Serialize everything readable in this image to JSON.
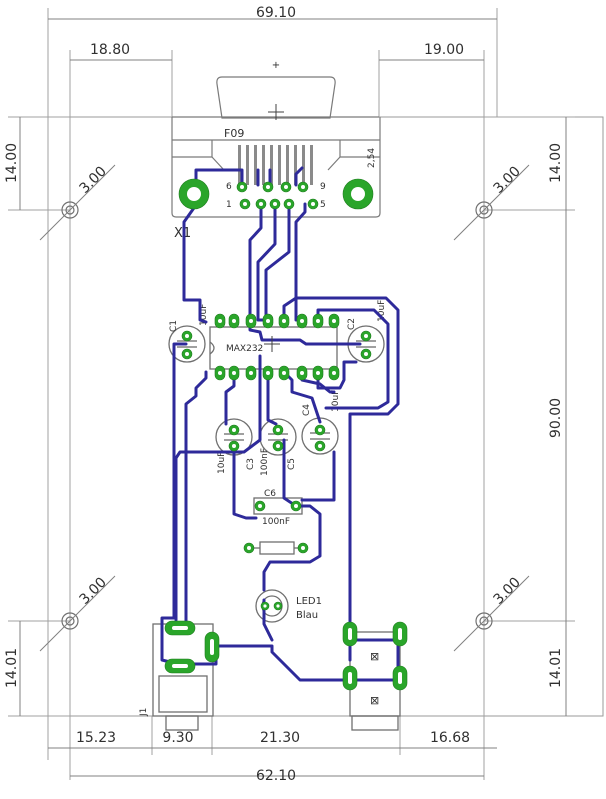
{
  "dimensions": {
    "top_total": "69.10",
    "top_left": "18.80",
    "top_right": "19.00",
    "left_top": "14.00",
    "right_top": "14.00",
    "right_height": "90.00",
    "left_bottom": "14.01",
    "right_bottom": "14.01",
    "bottom_1": "15.23",
    "bottom_2": "9.30",
    "bottom_3": "21.30",
    "bottom_4": "16.68",
    "bottom_total": "62.10",
    "hole_top_left": "3.00",
    "hole_top_right": "3.00",
    "hole_bottom_left": "3.00",
    "hole_bottom_right": "3.00"
  },
  "components": {
    "connector_type": "F09",
    "connector_name": "X1",
    "connector_pin_6": "6",
    "connector_pin_1": "1",
    "connector_pin_9": "9",
    "connector_pin_5": "5",
    "connector_pitch": "2,54",
    "ic_name": "MAX232",
    "c1_name": "C1",
    "c1_value": "10uF",
    "c2_name": "C2",
    "c2_value": "10uF",
    "c3_name": "C3",
    "c3_value": "10uF",
    "c4_name": "C4",
    "c4_value": "10uF",
    "c5_name": "C5",
    "c5_value": "100nF",
    "c6_name": "C6",
    "c6_value": "100nF",
    "led_name": "LED1",
    "led_color": "Blau",
    "jack_name": "J1"
  },
  "colors": {
    "trace": "#2e2a9a",
    "pad": "#2aa52a",
    "dimension": "#808080"
  }
}
